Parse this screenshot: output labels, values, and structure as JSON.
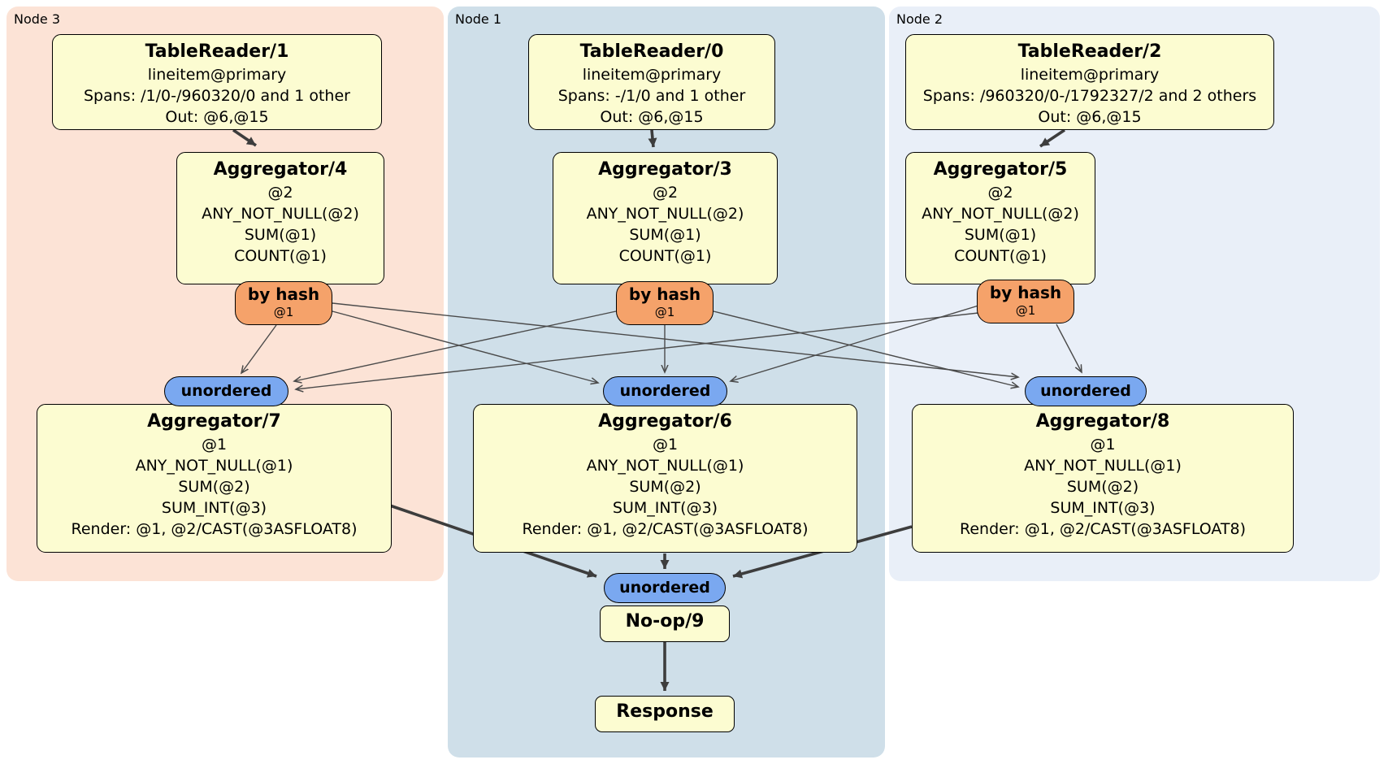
{
  "groups": [
    {
      "label": "Node 3"
    },
    {
      "label": "Node 1"
    },
    {
      "label": "Node 2"
    }
  ],
  "processors": {
    "tr1": {
      "title": "TableReader/1",
      "lines": [
        "lineitem@primary",
        "Spans: /1/0-/960320/0 and 1 other",
        "Out: @6,@15"
      ]
    },
    "tr0": {
      "title": "TableReader/0",
      "lines": [
        "lineitem@primary",
        "Spans: -/1/0 and 1 other",
        "Out: @6,@15"
      ]
    },
    "tr2": {
      "title": "TableReader/2",
      "lines": [
        "lineitem@primary",
        "Spans: /960320/0-/1792327/2 and 2 others",
        "Out: @6,@15"
      ]
    },
    "agg4": {
      "title": "Aggregator/4",
      "lines": [
        "@2",
        "ANY_NOT_NULL(@2)",
        "SUM(@1)",
        "COUNT(@1)"
      ]
    },
    "agg3": {
      "title": "Aggregator/3",
      "lines": [
        "@2",
        "ANY_NOT_NULL(@2)",
        "SUM(@1)",
        "COUNT(@1)"
      ]
    },
    "agg5": {
      "title": "Aggregator/5",
      "lines": [
        "@2",
        "ANY_NOT_NULL(@2)",
        "SUM(@1)",
        "COUNT(@1)"
      ]
    },
    "agg7": {
      "title": "Aggregator/7",
      "lines": [
        "@1",
        "ANY_NOT_NULL(@1)",
        "SUM(@2)",
        "SUM_INT(@3)",
        "Render: @1, @2/CAST(@3ASFLOAT8)"
      ]
    },
    "agg6": {
      "title": "Aggregator/6",
      "lines": [
        "@1",
        "ANY_NOT_NULL(@1)",
        "SUM(@2)",
        "SUM_INT(@3)",
        "Render: @1, @2/CAST(@3ASFLOAT8)"
      ]
    },
    "agg8": {
      "title": "Aggregator/8",
      "lines": [
        "@1",
        "ANY_NOT_NULL(@1)",
        "SUM(@2)",
        "SUM_INT(@3)",
        "Render: @1, @2/CAST(@3ASFLOAT8)"
      ]
    },
    "noop": {
      "title": "No-op/9"
    },
    "response": {
      "title": "Response"
    }
  },
  "routers": [
    {
      "label": "by hash",
      "detail": "@1"
    },
    {
      "label": "by hash",
      "detail": "@1"
    },
    {
      "label": "by hash",
      "detail": "@1"
    }
  ],
  "syncs": [
    {
      "label": "unordered"
    },
    {
      "label": "unordered"
    },
    {
      "label": "unordered"
    },
    {
      "label": "unordered"
    }
  ],
  "colors": {
    "node3_bg": "#fce3d6",
    "node1_bg": "#cfdfe9",
    "node2_bg": "#e9eff8",
    "processor_fill": "#fcfcd1",
    "router_fill": "#f5a26a",
    "sync_fill": "#7aa8f0",
    "edge_thin": "#4a4a4a",
    "edge_thick": "#3d3d3d"
  }
}
